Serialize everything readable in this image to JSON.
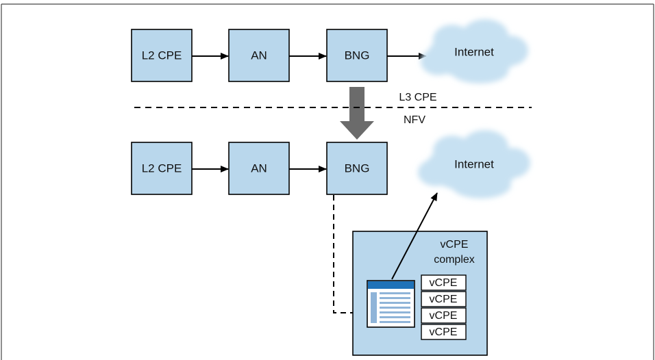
{
  "row1": {
    "l2cpe": "L2 CPE",
    "an": "AN",
    "bng": "BNG",
    "internet": "Internet"
  },
  "divider": {
    "upper_label": "L3 CPE",
    "lower_label": "NFV"
  },
  "row2": {
    "l2cpe": "L2 CPE",
    "an": "AN",
    "bng": "BNG",
    "internet": "Internet"
  },
  "complex": {
    "title_line1": "vCPE",
    "title_line2": "complex",
    "instances": [
      "vCPE",
      "vCPE",
      "vCPE",
      "vCPE"
    ]
  },
  "colors": {
    "box_fill": "#b9d7ec",
    "cloud_fill": "#c7e1f2",
    "transition_arrow": "#6b6b6b",
    "server_header": "#1f72b8"
  },
  "icons": {
    "server": "server-window-icon",
    "cloud": "cloud-icon"
  }
}
